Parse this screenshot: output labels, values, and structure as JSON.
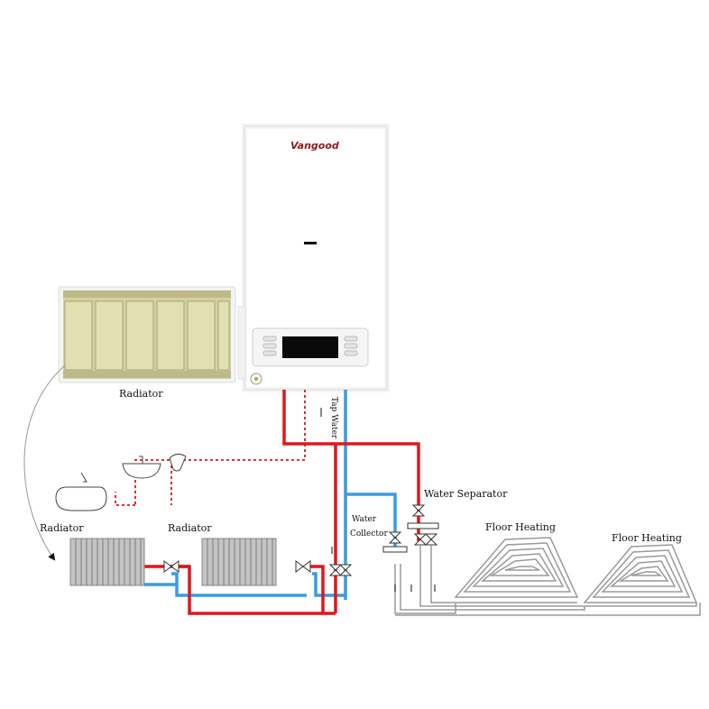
{
  "boiler": {
    "brand": "Vangood"
  },
  "labels": {
    "radiator_photo": "Radiator",
    "radiator_left": "Radiator",
    "radiator_right": "Radiator",
    "tap_water": "Tap Water",
    "water_collector_line1": "Water",
    "water_collector_line2": "Collector",
    "water_separator": "Water Separator",
    "floor_heating_1": "Floor Heating",
    "floor_heating_2": "Floor Heating"
  },
  "colors": {
    "hot_pipe": "#e0161b",
    "cold_pipe": "#3b9be0",
    "floor_pipe": "#9a9a9a",
    "radiator_metal": "#b9b9b9",
    "radiator_panel": "#d9d6a8"
  }
}
